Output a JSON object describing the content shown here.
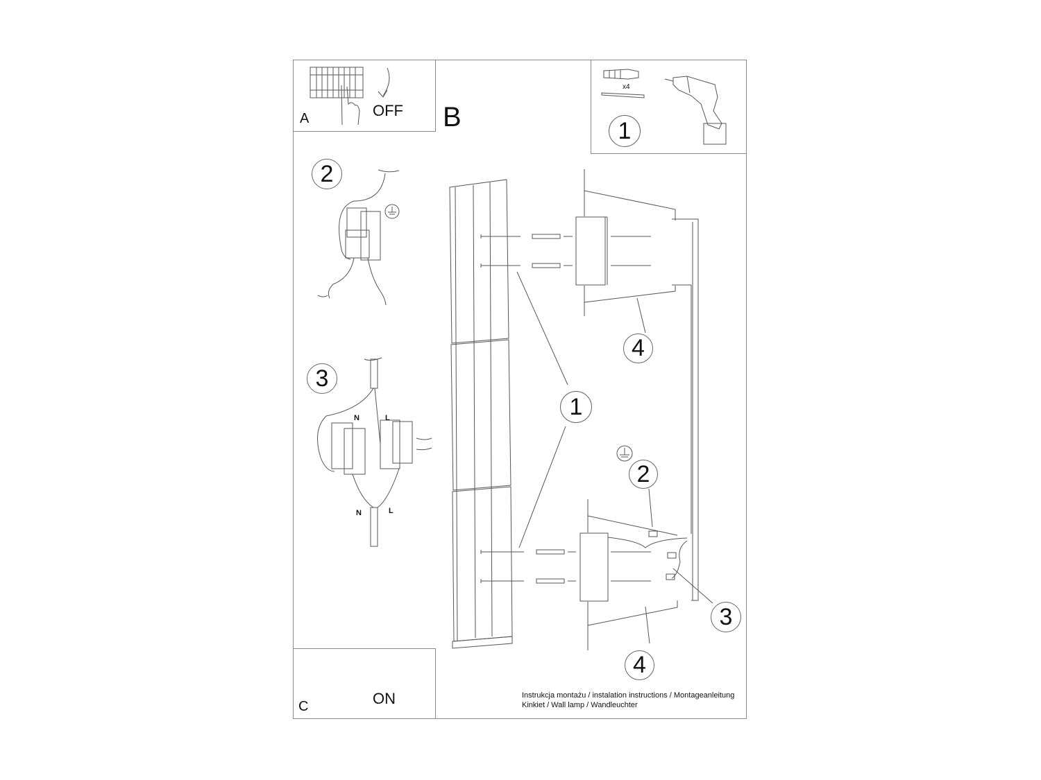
{
  "sections": {
    "a": {
      "letter": "A",
      "switch_label": "OFF"
    },
    "b": {
      "letter": "B"
    },
    "c": {
      "letter": "C",
      "switch_label": "ON"
    }
  },
  "tools_panel": {
    "step": "1",
    "anchor_count": "x4"
  },
  "left_steps": {
    "step2": {
      "number": "2",
      "symbol": "ground-symbol"
    },
    "step3": {
      "number": "3",
      "terminal_labels": {
        "n_top": "N",
        "l_top": "L",
        "n_bottom": "N",
        "l_bottom": "L"
      }
    }
  },
  "main_callouts": [
    {
      "id": "callout-1",
      "number": "1"
    },
    {
      "id": "callout-2",
      "number": "2"
    },
    {
      "id": "callout-3",
      "number": "3"
    },
    {
      "id": "callout-4-top",
      "number": "4"
    },
    {
      "id": "callout-4-bottom",
      "number": "4"
    }
  ],
  "footer": {
    "line1": "Instrukcja montażu / instalation instructions / Montageanleitung",
    "line2": "Kinkiet / Wall lamp / Wandleuchter"
  },
  "colors": {
    "line": "#555555",
    "border": "#8a8a8a",
    "text": "#111111"
  }
}
